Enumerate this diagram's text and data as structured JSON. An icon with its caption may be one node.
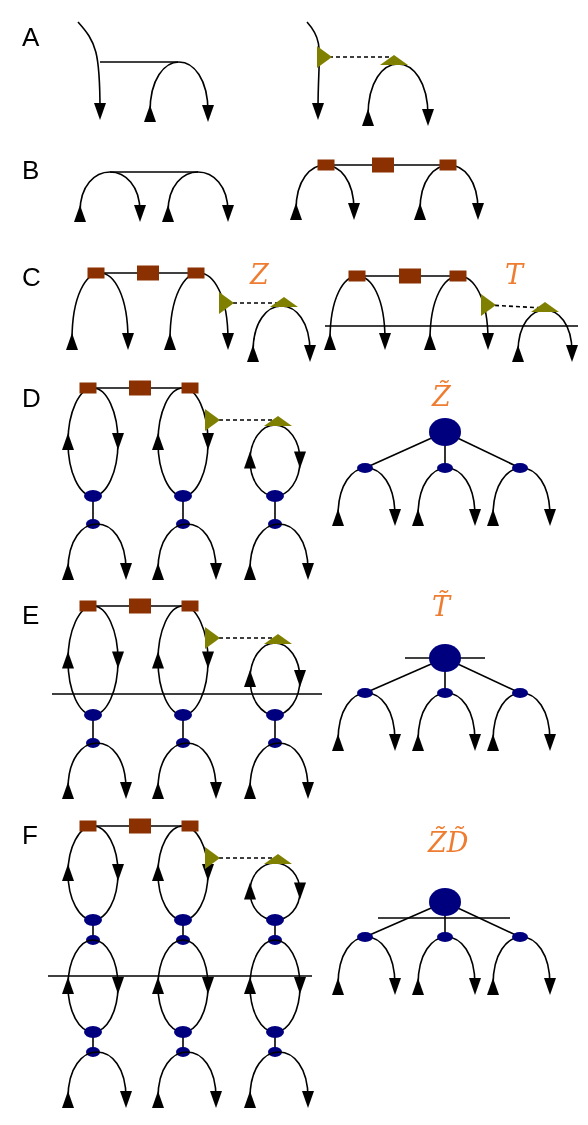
{
  "diagram": {
    "labels": [
      "A",
      "B",
      "C",
      "Z",
      "T",
      "D",
      "Z̃",
      "E",
      "T̃",
      "F",
      "Z̃D̃"
    ]
  }
}
